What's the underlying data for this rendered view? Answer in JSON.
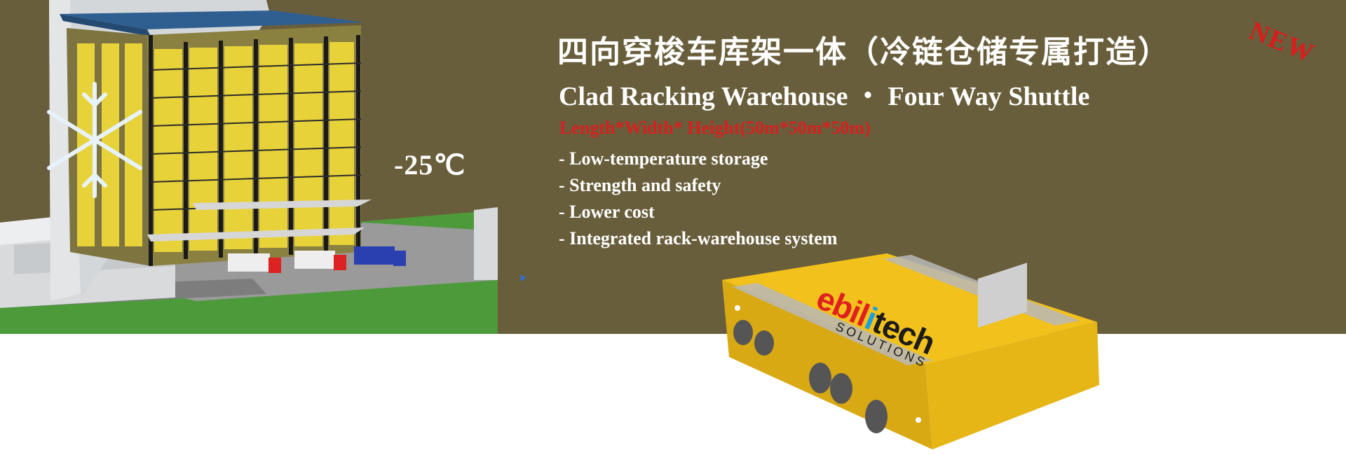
{
  "banner": {
    "background": "#695e3b",
    "temperature": "-25℃",
    "title_cn": "四向穿梭车库架一体（冷链仓储专属打造）",
    "badge": "NEW",
    "title_en": "Clad Racking Warehouse ・ Four Way Shuttle",
    "dimensions": "Length*Width* Height(50m*50m*50m)",
    "features": [
      "- Low-temperature storage",
      "- Strength and safety",
      "- Lower cost",
      "- Integrated rack-warehouse system"
    ]
  },
  "shuttle": {
    "brand_prefix": "ebil",
    "brand_accent": "i",
    "brand_suffix": "tech",
    "brand_sub": "SOLUTIONS",
    "color": "#f2c11c"
  },
  "colors": {
    "accent_red": "#d81f1f",
    "rack_yellow": "#e8d23a",
    "grass": "#4c9a3a"
  }
}
